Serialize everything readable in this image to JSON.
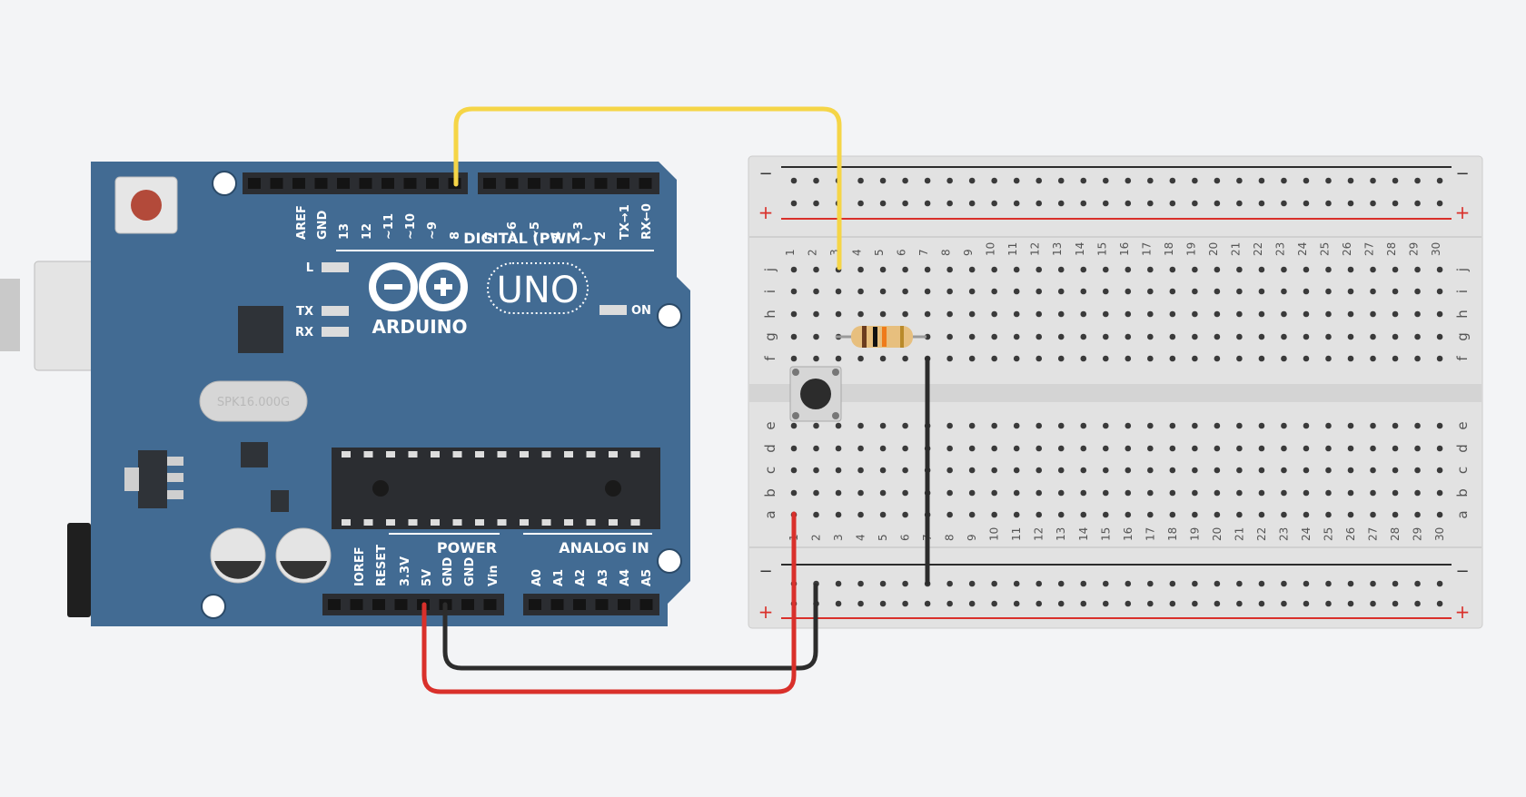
{
  "arduino": {
    "digital_pins": [
      "AREF",
      "GND",
      "13",
      "12",
      "~11",
      "~10",
      "~9",
      "8",
      "7",
      "~6",
      "~5",
      "4",
      "~3",
      "2",
      "TX→1",
      "RX←0"
    ],
    "digital_title": "DIGITAL (PWM~)",
    "power_pins": [
      "IOREF",
      "RESET",
      "3.3V",
      "5V",
      "GND",
      "GND",
      "Vin"
    ],
    "power_title": "POWER",
    "analog_pins": [
      "A0",
      "A1",
      "A2",
      "A3",
      "A4",
      "A5"
    ],
    "analog_title": "ANALOG IN",
    "brand": "ARDUINO",
    "model": "UNO",
    "led_l": "L",
    "led_tx": "TX",
    "led_rx": "RX",
    "led_on": "ON",
    "crystal": "SPK16.000G",
    "board_color": "#426b93"
  },
  "breadboard": {
    "columns": 30,
    "rows_top": [
      "j",
      "i",
      "h",
      "g",
      "f"
    ],
    "rows_bottom": [
      "e",
      "d",
      "c",
      "b",
      "a"
    ],
    "rail_minus": "−",
    "rail_plus": "+"
  },
  "wires": {
    "signal_color": "#f5d547",
    "power_color": "#d9302b",
    "ground_color": "#2c2c2c"
  }
}
